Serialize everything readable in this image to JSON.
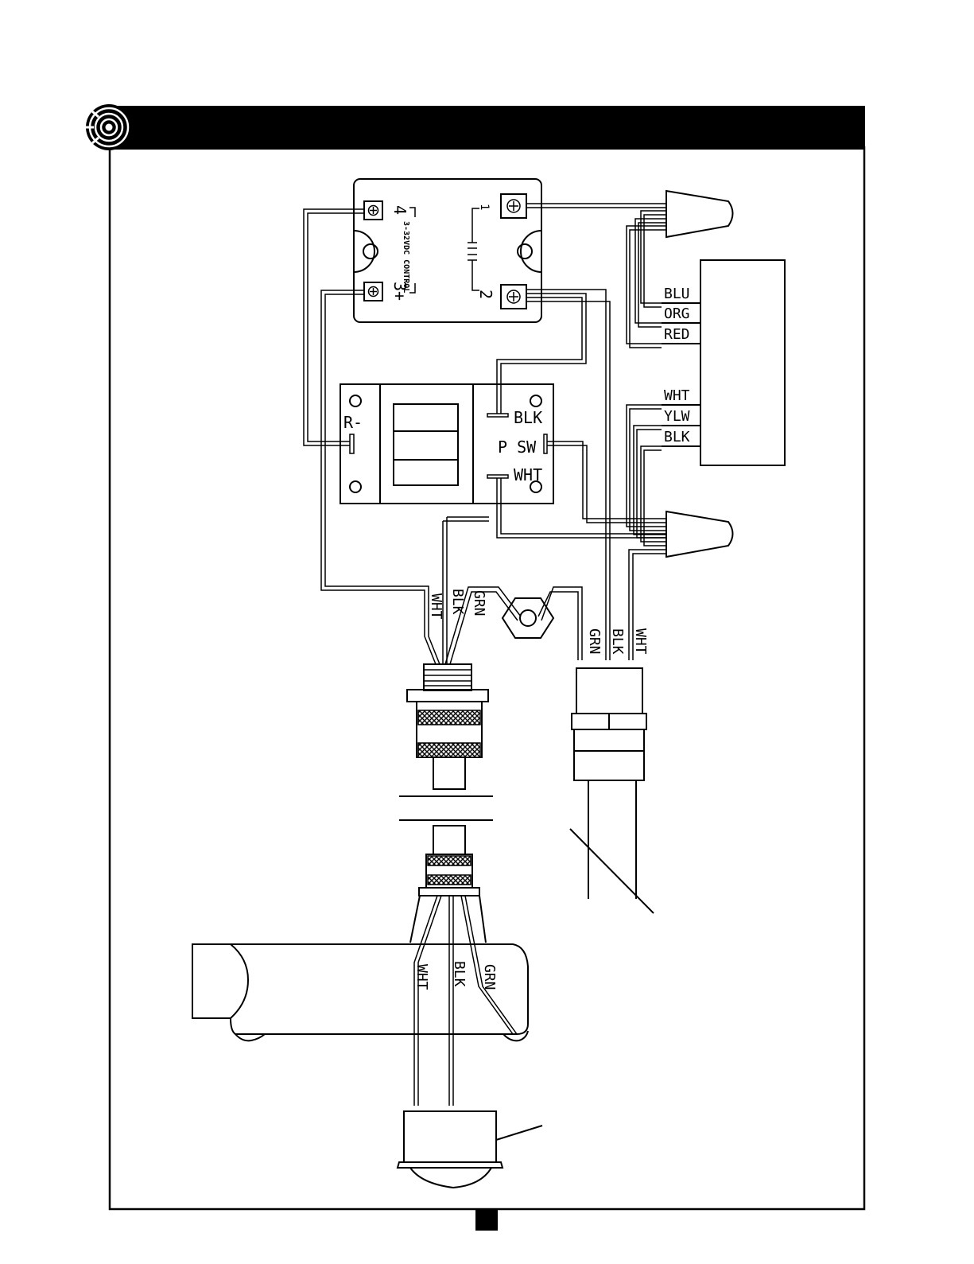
{
  "header": {
    "logo_icon": "sunburst-logo-icon",
    "bar_color": "#000000"
  },
  "relay": {
    "terminal_4": "4",
    "terminal_3": "3+",
    "terminal_1": "1",
    "terminal_2": "2",
    "control_label": "3-32VDC CONTROL"
  },
  "switch_block": {
    "r_minus": "R-",
    "blk": "BLK",
    "p_sw": "P SW",
    "wht": "WHT"
  },
  "controller": {
    "wire_blu": "BLU",
    "wire_org": "ORG",
    "wire_red": "RED",
    "wire_wht": "WHT",
    "wire_ylw": "YLW",
    "wire_blk": "BLK"
  },
  "left_cable": {
    "wht": "WHT",
    "blk": "BLK",
    "grn": "GRN"
  },
  "right_cable": {
    "grn": "GRN",
    "blk": "BLK",
    "wht": "WHT"
  },
  "handle_cable": {
    "wht": "WHT",
    "blk": "BLK",
    "grn": "GRN"
  }
}
